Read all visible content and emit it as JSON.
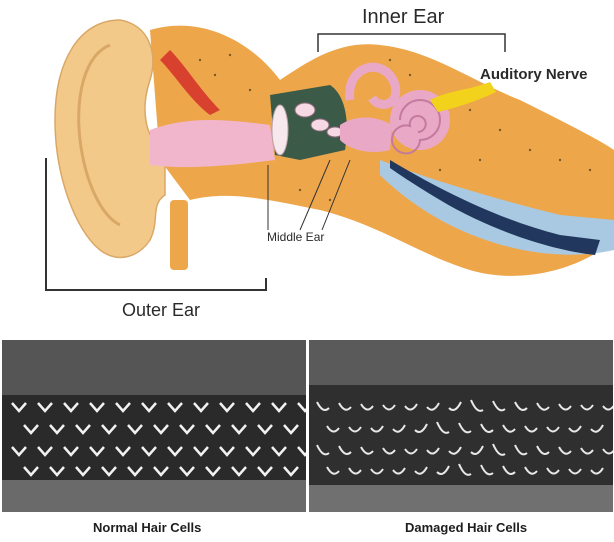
{
  "labels": {
    "inner_ear": "Inner Ear",
    "auditory_nerve": "Auditory Nerve",
    "middle_ear": "Middle Ear",
    "outer_ear": "Outer Ear"
  },
  "captions": {
    "normal": "Normal Hair Cells",
    "damaged": "Damaged Hair Cells"
  },
  "colors": {
    "skin": "#f3c98a",
    "canal_pink": "#f2b6cc",
    "bone_orange": "#eea64a",
    "inner_pink": "#e9a9c6",
    "nerve_yellow": "#f2d21a",
    "dark_navy": "#22375e",
    "light_blue": "#a9c9e3"
  }
}
